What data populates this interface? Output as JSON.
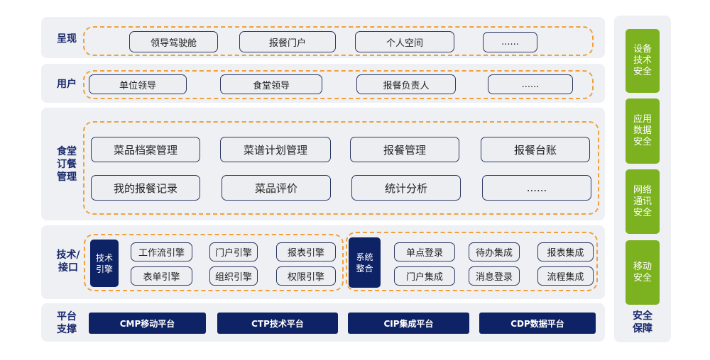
{
  "layers": {
    "presentation": {
      "label": "呈现",
      "items": [
        "领导驾驶舱",
        "报餐门户",
        "个人空间",
        "......"
      ]
    },
    "users": {
      "label": "用户",
      "items": [
        "单位领导",
        "食堂领导",
        "报餐负责人",
        "......"
      ]
    },
    "canteen": {
      "label": "食堂订餐管理",
      "label_lines": [
        "食堂",
        "订餐",
        "管理"
      ],
      "row1": [
        "菜品档案管理",
        "菜谱计划管理",
        "报餐管理",
        "报餐台账"
      ],
      "row2": [
        "我的报餐记录",
        "菜品评价",
        "统计分析",
        "......"
      ]
    },
    "tech": {
      "label": "技术/接口",
      "label_lines": [
        "技术/",
        "接口"
      ],
      "engine_group": {
        "title": "技术引擎",
        "title_lines": [
          "技术",
          "引擎"
        ],
        "items": [
          "工作流引擎",
          "门户引擎",
          "报表引擎",
          "表单引擎",
          "组织引擎",
          "权限引擎"
        ]
      },
      "integration_group": {
        "title": "系统整合",
        "title_lines": [
          "系统",
          "整合"
        ],
        "items": [
          "单点登录",
          "待办集成",
          "报表集成",
          "门户集成",
          "消息登录",
          "流程集成"
        ]
      }
    },
    "platform": {
      "label": "平台支撑",
      "label_lines": [
        "平台",
        "支撑"
      ],
      "items": [
        "CMP移动平台",
        "CTP技术平台",
        "CIP集成平台",
        "CDP数据平台"
      ]
    }
  },
  "security": {
    "title": "安全保障",
    "title_lines": [
      "安全",
      "保障"
    ],
    "items": [
      {
        "name": "设备技术安全",
        "lines": [
          "设备",
          "技术",
          "安全"
        ]
      },
      {
        "name": "应用数据安全",
        "lines": [
          "应用",
          "数据",
          "安全"
        ]
      },
      {
        "name": "网络通讯安全",
        "lines": [
          "网络",
          "通讯",
          "安全"
        ]
      },
      {
        "name": "移动安全",
        "lines": [
          "移动",
          "安全"
        ]
      }
    ]
  },
  "colors": {
    "navy": "#0e2266",
    "green": "#7cb21f",
    "orange_dash": "#f0a03c",
    "band_bg": "#eef0f4"
  }
}
